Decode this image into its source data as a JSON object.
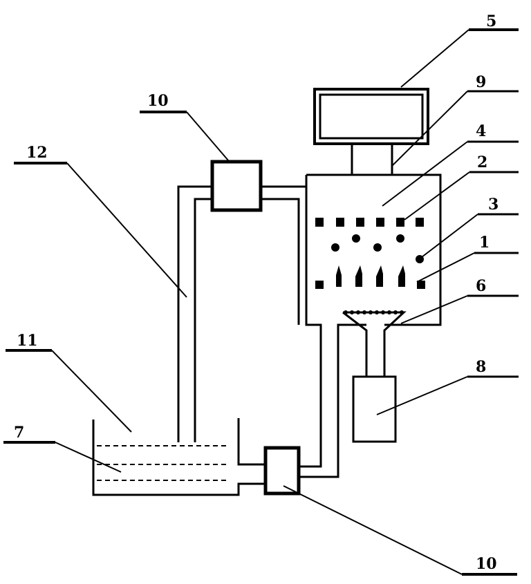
{
  "diagram": {
    "labels": {
      "l5": "5",
      "l9": "9",
      "l4": "4",
      "l2": "2",
      "l3": "3",
      "l1": "1",
      "l6": "6",
      "l8": "8",
      "l10a": "10",
      "l10b": "10",
      "l12": "12",
      "l11": "11",
      "l7": "7"
    },
    "colors": {
      "ink": "#000000",
      "background": "#ffffff"
    }
  }
}
